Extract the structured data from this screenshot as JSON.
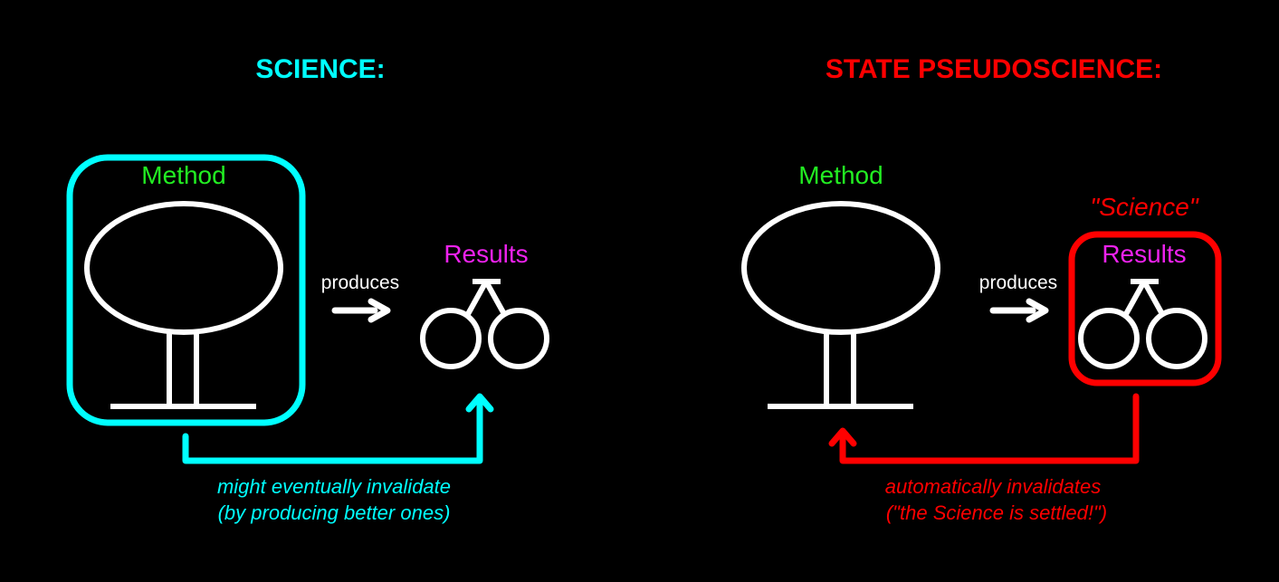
{
  "colors": {
    "background": "#000000",
    "science_accent": "#00ffff",
    "pseudo_accent": "#ff0000",
    "method_label": "#22ee22",
    "results_label": "#ee22ee",
    "figure_stroke": "#ffffff",
    "verb_label": "#ffffff"
  },
  "science": {
    "title": "SCIENCE:",
    "method_label": "Method",
    "verb": "produces",
    "results_label": "Results",
    "feedback_line1": "might eventually invalidate",
    "feedback_line2": "(by producing better ones)"
  },
  "pseudo": {
    "title": "STATE PSEUDOSCIENCE:",
    "method_label": "Method",
    "verb": "produces",
    "results_caption": "\"Science\"",
    "results_label": "Results",
    "feedback_line1": "automatically invalidates",
    "feedback_line2": "(\"the Science is settled!\")"
  },
  "icons": {
    "method": "tree-icon",
    "results": "glasses-icon",
    "arrow": "right-arrow-icon"
  }
}
